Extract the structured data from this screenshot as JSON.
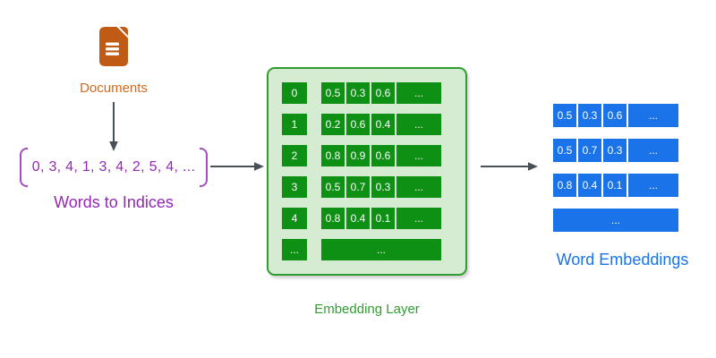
{
  "documents": {
    "label": "Documents"
  },
  "words_to_indices": {
    "sequence": "0, 3, 4, 1, 3, 4, 2, 5, 4, ...",
    "label": "Words to Indices"
  },
  "embedding_layer": {
    "label": "Embedding Layer",
    "rows": [
      {
        "index": "0",
        "values": [
          "0.5",
          "0.3",
          "0.6",
          "..."
        ]
      },
      {
        "index": "1",
        "values": [
          "0.2",
          "0.6",
          "0.4",
          "..."
        ]
      },
      {
        "index": "2",
        "values": [
          "0.8",
          "0.9",
          "0.6",
          "..."
        ]
      },
      {
        "index": "3",
        "values": [
          "0.5",
          "0.7",
          "0.3",
          "..."
        ]
      },
      {
        "index": "4",
        "values": [
          "0.8",
          "0.4",
          "0.1",
          "..."
        ]
      },
      {
        "index": "...",
        "values": [
          "..."
        ]
      }
    ]
  },
  "word_embeddings": {
    "label": "Word Embeddings",
    "rows": [
      [
        "0.5",
        "0.3",
        "0.6",
        "..."
      ],
      [
        "0.5",
        "0.7",
        "0.3",
        "..."
      ],
      [
        "0.8",
        "0.4",
        "0.1",
        "..."
      ],
      [
        "..."
      ]
    ]
  },
  "icons": {
    "document": "document-file-icon",
    "arrow_down": "arrow-down-icon",
    "arrow_right": "arrow-right-icon"
  },
  "colors": {
    "icon_orange": "#BF5B14",
    "label_orange": "#D2691E",
    "purple_text": "#9428B2",
    "purple_bracket": "#A64DC0",
    "green_cell": "#0E9014",
    "green_border": "#2E9E2E",
    "green_bg": "#D5ECD3",
    "blue_cell": "#1A73E8",
    "arrow_gray": "#485059"
  }
}
